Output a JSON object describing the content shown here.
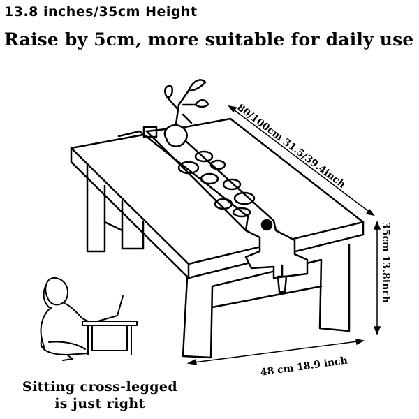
{
  "header": {
    "title": "13.8 inches/35cm Height",
    "subtitle": "Raise by 5cm, more suitable for daily use"
  },
  "dimensions": {
    "length": "80/100cm 31.5/39.4inch",
    "height": "35cm 13.8inch",
    "width": "48 cm 18.9 inch"
  },
  "caption": {
    "line1": "Sitting cross-legged",
    "line2": "is just right"
  }
}
